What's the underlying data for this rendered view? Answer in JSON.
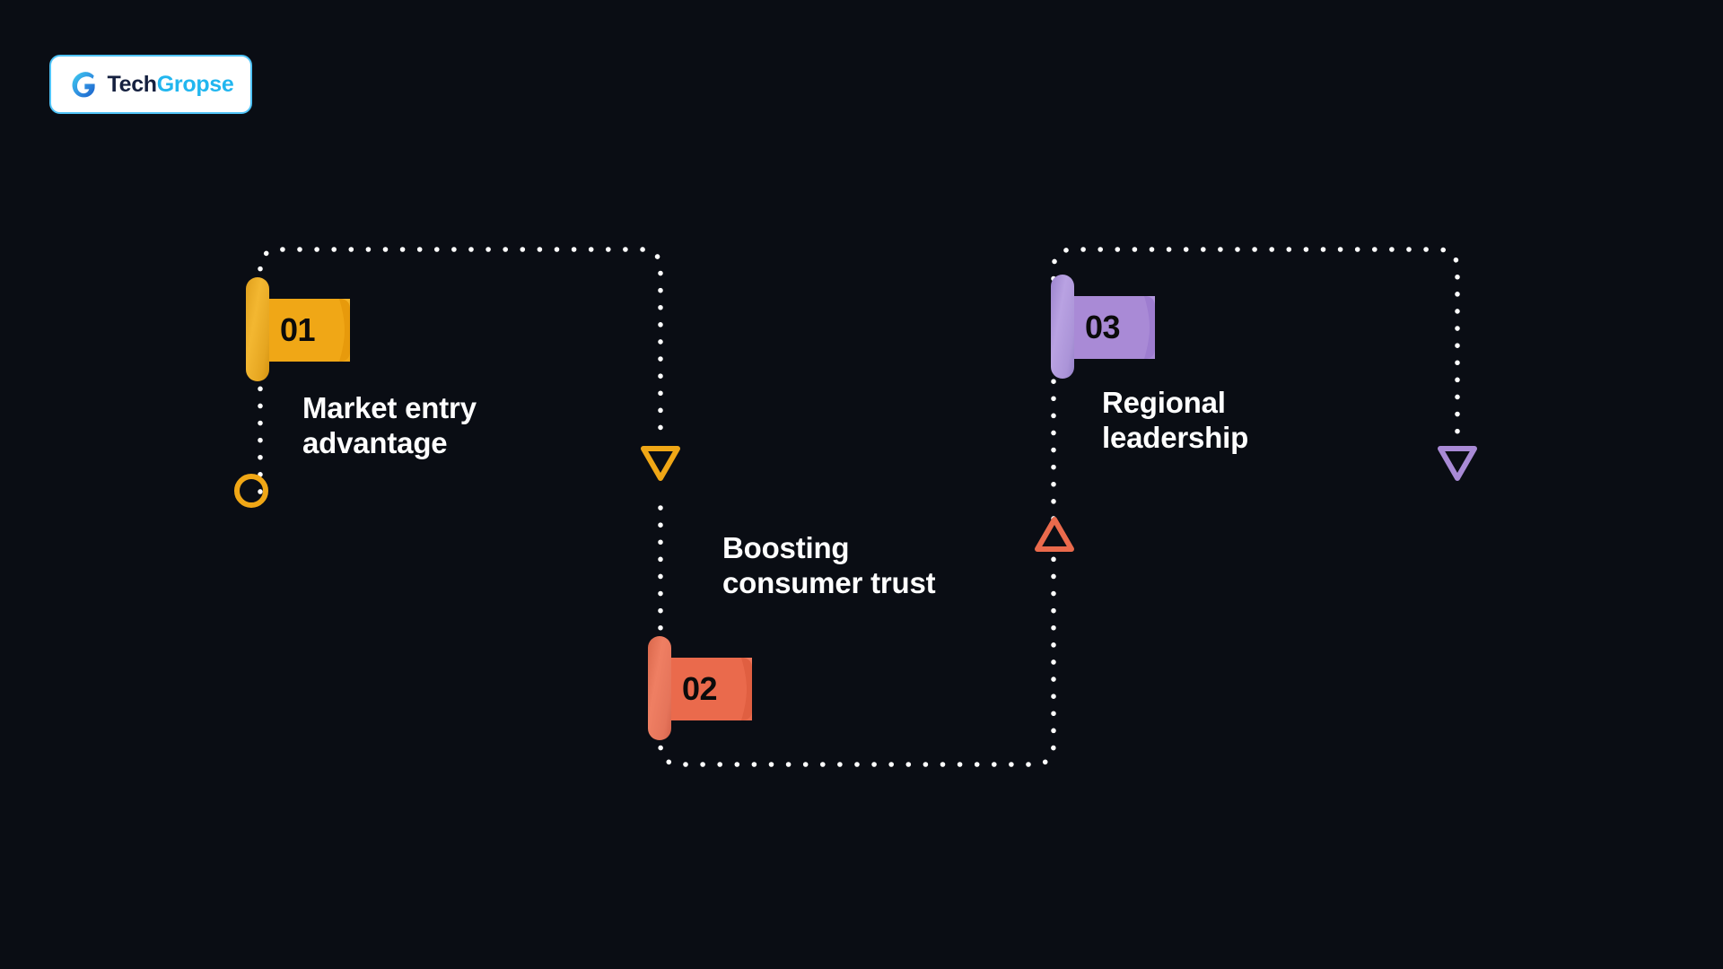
{
  "page": {
    "background_color": "#0a0d14",
    "title_text_color": "#ffffff",
    "connector_color": "#ffffff"
  },
  "logo": {
    "name": "TechGropse",
    "icon": "g-swirl-icon",
    "word_part_1": "Tech",
    "word_part_2": "Gropse",
    "part_1_color": "#15203f",
    "part_2_color": "#21b6ef",
    "chip_background": "#ffffff",
    "chip_border_color": "#4fc3f7"
  },
  "diagram": {
    "type": "snake-timeline",
    "steps": [
      {
        "number": "01",
        "title": "Market entry\nadvantage",
        "color": "#f0a716",
        "marker_shape": "circle-outline",
        "end_marker_shape": "triangle-down-outline"
      },
      {
        "number": "02",
        "title": "Boosting\nconsumer trust",
        "color": "#ea6a4c",
        "marker_shape": "triangle-up-outline",
        "end_marker_shape": "triangle-up-outline"
      },
      {
        "number": "03",
        "title": "Regional\nleadership",
        "color": "#a98ad6",
        "marker_shape": "triangle-down-outline",
        "end_marker_shape": "triangle-down-outline"
      }
    ]
  }
}
